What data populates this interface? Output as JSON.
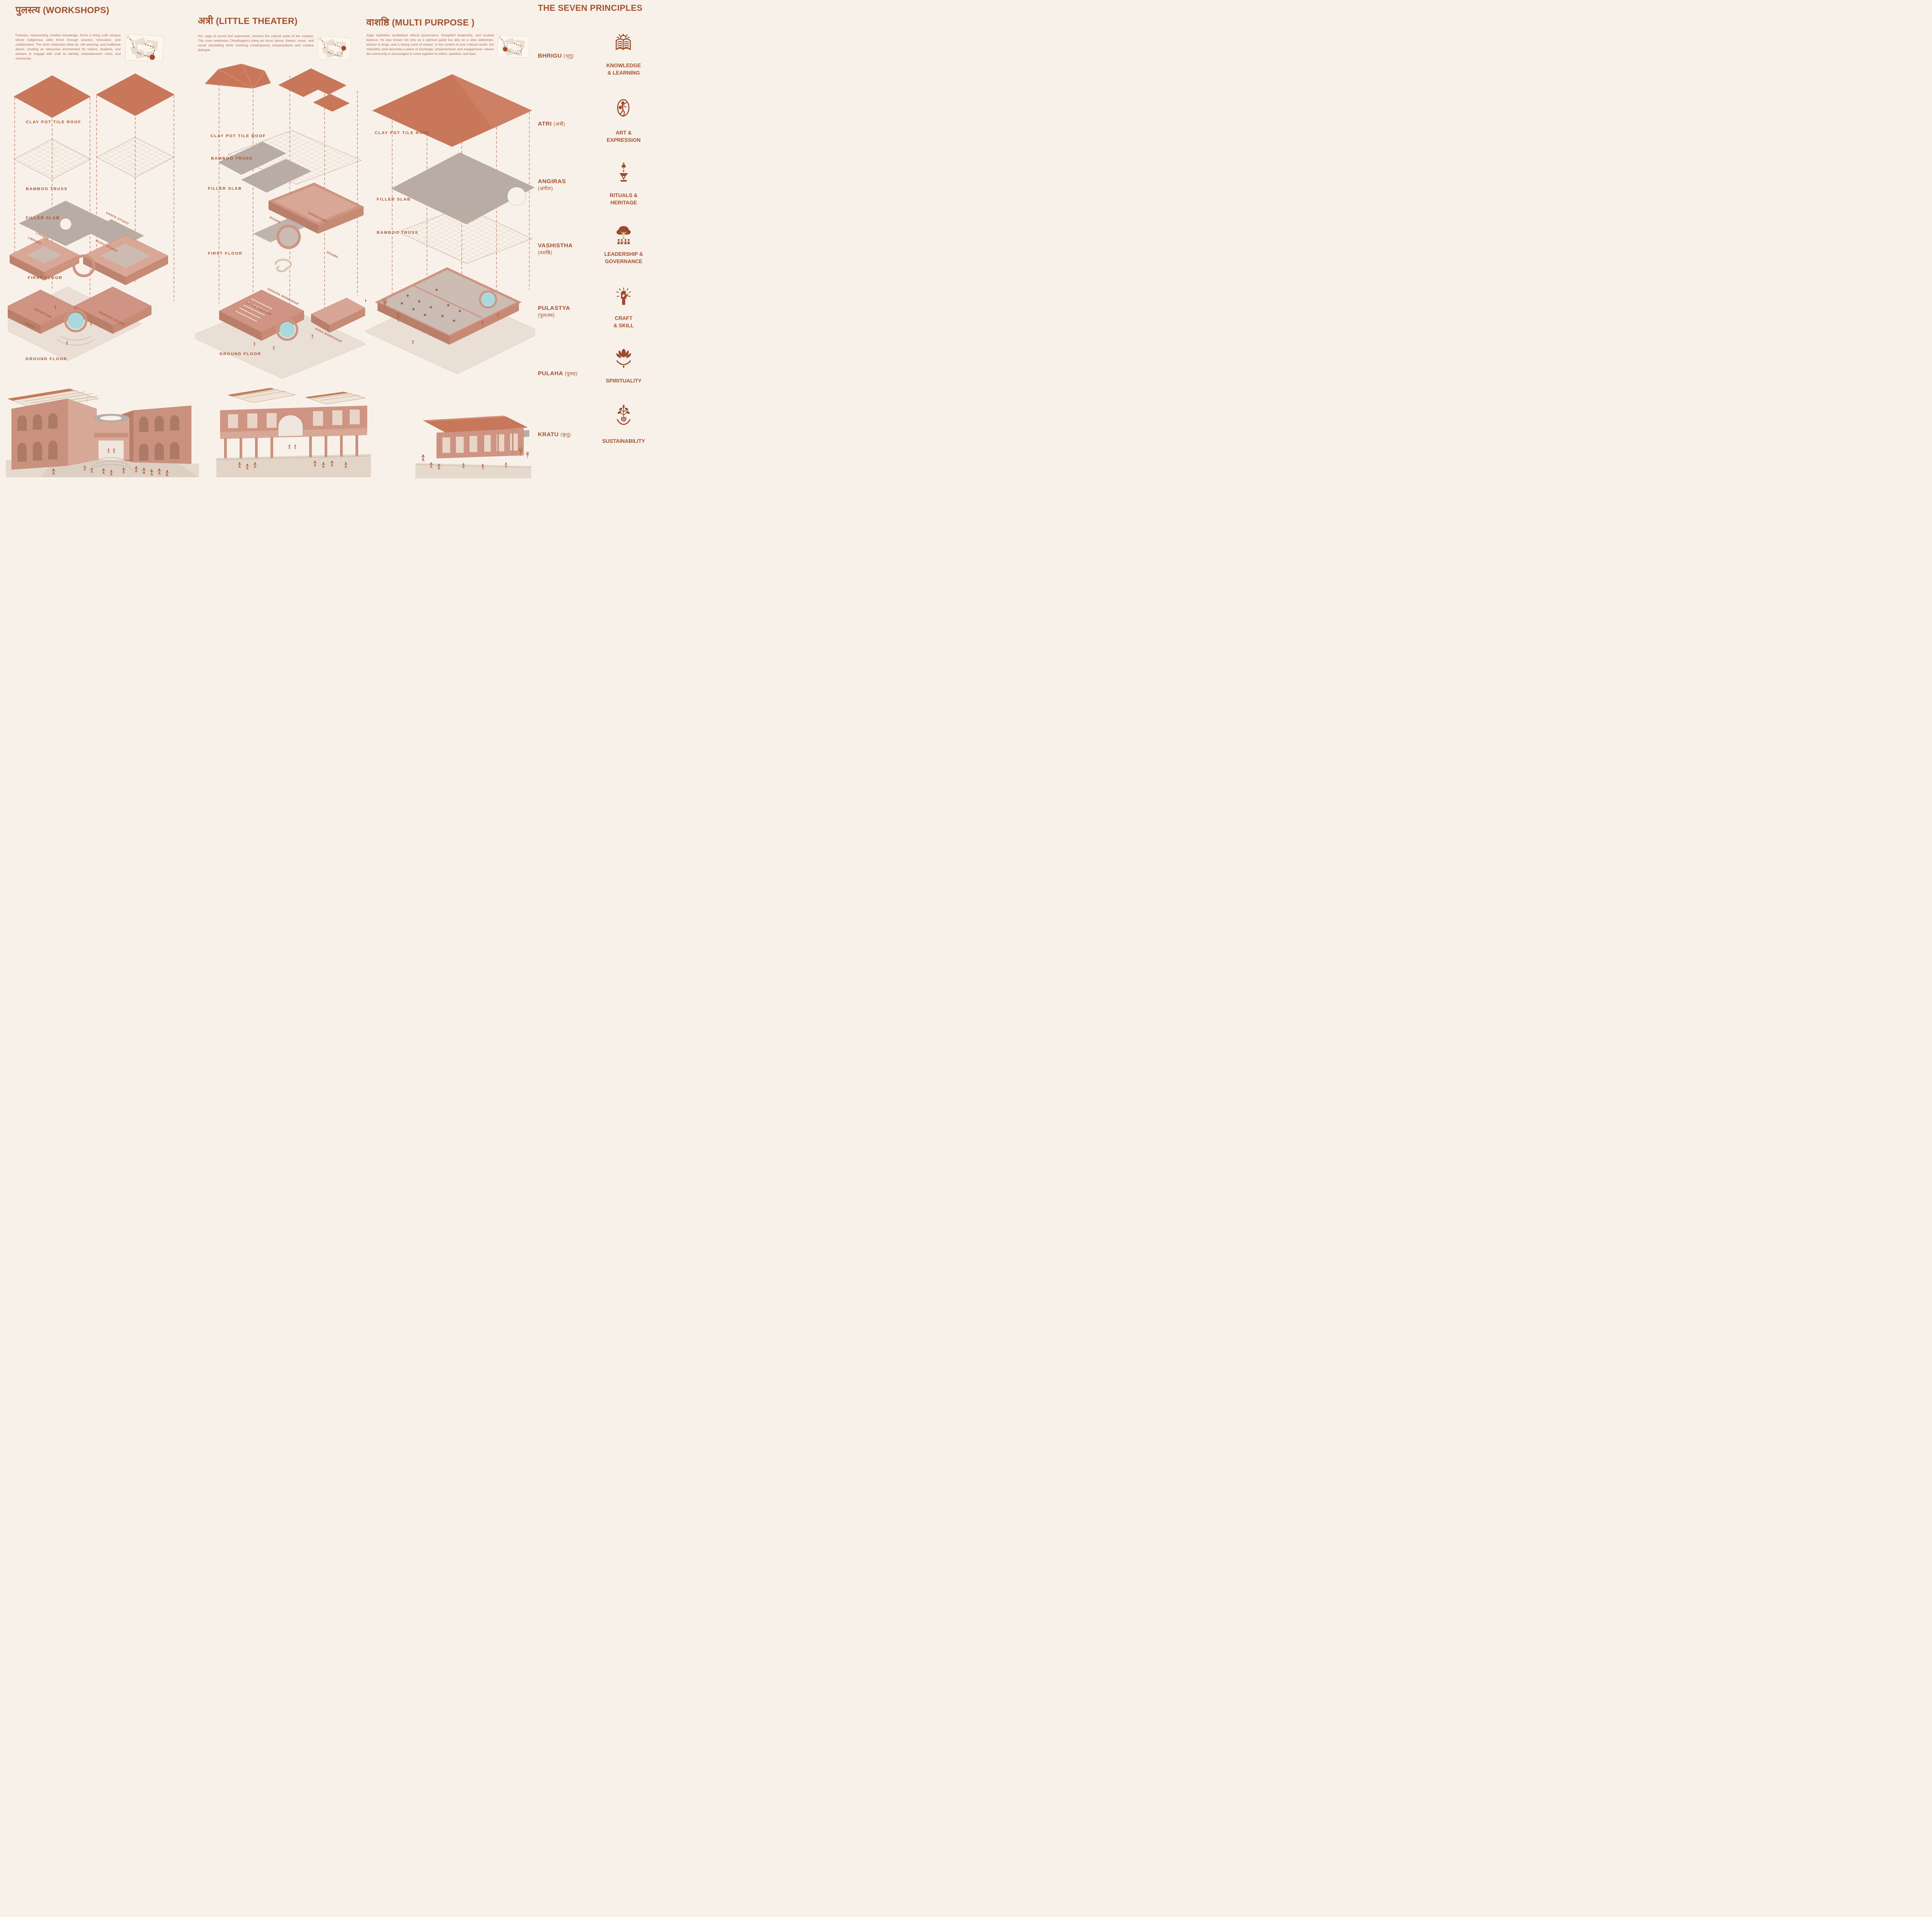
{
  "poster": {
    "zones": [
      {
        "title_devanagari": "पुलस्त्य",
        "title_latin": "(WORKSHOPS)",
        "description": "Pulastya, representing creative knowledge, forms a living craft campus where indigenous skills thrive through practice, innovation, and collaboration. The zone celebrates tribal art, silk weaving, and traditional dance, creating an interactive environment for visitors, students, and artisans to engage with craft as identity, empowerment- ment, and community.",
        "layers": [
          "CLAY POT TILE ROOF",
          "BAMBOO TRUSS",
          "FILLER SLAB",
          "FIRST FLOOR",
          "GROUND FLOOR"
        ],
        "first_floor_rooms": [
          "LOUNGE",
          "LIBRARY",
          "DANCE STUDIO",
          "MUSIC STUDIO"
        ],
        "ground_floor_rooms": [
          "RECEPTION",
          "ADMIN",
          "PAINTING STUDIO"
        ]
      },
      {
        "title_devanagari": "अत्री",
        "title_latin": "(LITTLE THEATER)",
        "description": "Atri, sage of sound and expression, anchors the cultural pulse of the campus. This zone celebrates Chhattisgarh's living art forms dance, theatre, music, and visual storytelling while nurturing contemporary interpretations and creative dialogue.",
        "layers": [
          "CLAY POT TILE ROOF",
          "BAMBOO TRUSS",
          "FILLER SLAB",
          "FIRST FLOOR",
          "GROUND FLOOR"
        ],
        "first_floor_rooms": [
          "DORMATORY",
          "ROOMS",
          "ROOMS"
        ],
        "ground_floor_rooms": [
          "DHOKRA WORKSHOP",
          "LITTLE THEATER",
          "KOSA WORKSHOP"
        ]
      },
      {
        "title_devanagari": "वाशष्ठि",
        "title_latin": "(MULTI PURPOSE )",
        "description": "Sage Vashistha symbolizes ethical governance, thoughtful leadership, and societal balance. He was known not only as a spiritual guide but also as a wise statesman, advisor to kings, and a strong voice of reason. In the context of your cultural center, the Vashistha zone becomes a place of exchange, empowerment, and engagement—where the community is encouraged to come together to reflect, question, and lead.",
        "layers": [
          "CLAY POT TILE ROOF",
          "FILLER SLAB",
          "BAMBOO TRUSS"
        ]
      }
    ],
    "principles": {
      "title": "THE SEVEN PRINCIPLES",
      "items": [
        {
          "name": "BHRIGU",
          "devanagari": "(भृगु)",
          "theme": "KNOWLEDGE\n& LEARNING",
          "icon": "open-book-icon"
        },
        {
          "name": "ATRI",
          "devanagari": "(अत्री)",
          "theme": "ART &\nEXPRESSION",
          "icon": "dancing-musician-icon"
        },
        {
          "name": "ANGIRAS",
          "devanagari": "(अंगीरा)",
          "theme": "RITUALS &\nHERITAGE",
          "icon": "bell-diya-icon"
        },
        {
          "name": "VASHISTHA",
          "devanagari": "(वशष्ठि)",
          "theme": "LEADERSHIP &\nGOVERNANCE",
          "icon": "tree-community-icon"
        },
        {
          "name": "PULASTYA",
          "devanagari": "(पुलत्स्य)",
          "theme": "CRAFT\n& SKILL",
          "icon": "raised-hand-icon"
        },
        {
          "name": "PULAHA",
          "devanagari": "(पुलह)",
          "theme": "SPIRITUALITY",
          "icon": "lotus-icon"
        },
        {
          "name": "KRATU",
          "devanagari": "(कृतु)",
          "theme": "SUSTAINABILITY",
          "icon": "sapling-icon"
        }
      ]
    },
    "colors": {
      "background": "#f8f1ea",
      "accent": "#a3502e",
      "terracotta_roof": "#c8775a",
      "slab_gray": "#b9aca4",
      "wall_pink": "#cf9483",
      "pool_blue": "#a9d9dd"
    }
  }
}
